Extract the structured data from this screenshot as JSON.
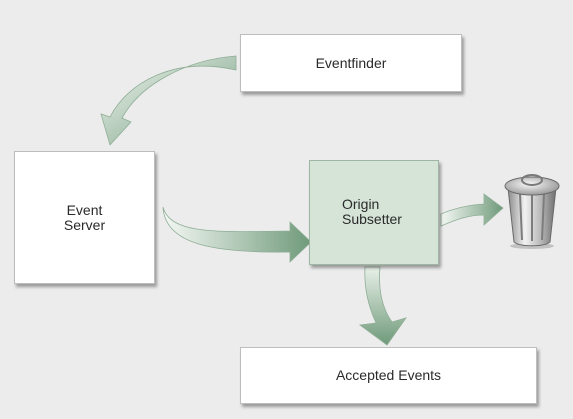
{
  "nodes": {
    "eventfinder": {
      "label": "Eventfinder"
    },
    "event_server": {
      "label": "Event\nServer"
    },
    "origin_subsetter": {
      "label": "Origin\nSubsetter"
    },
    "accepted_events": {
      "label": "Accepted Events"
    },
    "trash": {
      "icon": "trash-can-icon"
    }
  },
  "edges": [
    {
      "from": "eventfinder",
      "to": "event_server"
    },
    {
      "from": "event_server",
      "to": "origin_subsetter"
    },
    {
      "from": "origin_subsetter",
      "to": "trash"
    },
    {
      "from": "origin_subsetter",
      "to": "accepted_events"
    }
  ],
  "colors": {
    "background": "#ececec",
    "arrow_dark": "#6f9a7a",
    "arrow_light": "#ffffff",
    "subsetter_fill": "#d6e4d8"
  }
}
